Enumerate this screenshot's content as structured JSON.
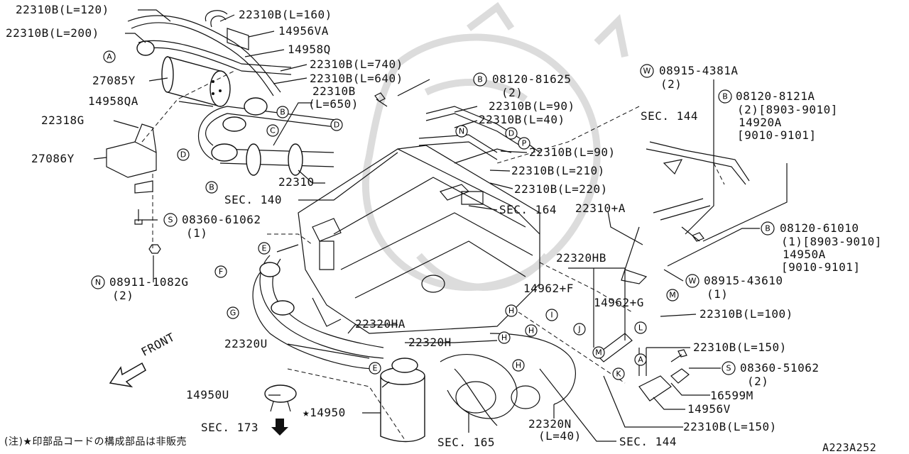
{
  "labels": {
    "l1": "22310B(L=120)",
    "l2": "22310B(L=200)",
    "l3": "22310B(L=160)",
    "l4": "14956VA",
    "l5": "14958Q",
    "l6": "22310B(L=740)",
    "l7": "22310B(L=640)",
    "l8": "27085Y",
    "l9": "14958QA",
    "l10a": "22310B",
    "l10b": "(L=650)",
    "l11": "22318G",
    "l12": "27086Y",
    "l13": "22310",
    "l14": "SEC. 140",
    "l15": "08360-61062",
    "l15q": "(1)",
    "l16": "08911-1082G",
    "l16q": "(2)",
    "l17": "08120-81625",
    "l17q": "(2)",
    "l18": "22310B(L=90)",
    "l19": "22310B(L=40)",
    "l20": "22310B(L=90)",
    "l21": "22310B(L=210)",
    "l22": "22310B(L=220)",
    "l23": "SEC. 164",
    "l24": "22310+A",
    "l25": "08915-4381A",
    "l25q": "(2)",
    "l26": "08120-8121A",
    "l26q": "(2)[8903-9010]",
    "l26b": "14920A",
    "l26c": "[9010-9101]",
    "l27": "SEC. 144",
    "l28": "08120-61010",
    "l28q": "(1)[8903-9010]",
    "l28b": "14950A",
    "l28c": "[9010-9101]",
    "l29": "22320HB",
    "l30": "08915-43610",
    "l30q": "(1)",
    "l31": "14962+F",
    "l32": "14962+G",
    "l33": "22310B(L=100)",
    "l34": "22320HA",
    "l35": "22320U",
    "l36": "22320H",
    "l37": "22310B(L=150)",
    "l38": "08360-51062",
    "l38q": "(2)",
    "l39": "16599M",
    "l40": "14956V",
    "l41": "22310B(L=150)",
    "l42": "14950U",
    "l43": "★14950",
    "l44": "SEC. 173",
    "l45": "SEC. 165",
    "l46": "22320N",
    "l46q": "(L=40)",
    "l47": "SEC. 144",
    "front": "FRONT",
    "note": "(注)★印部品コードの構成部品は非販売",
    "code": "A223A252"
  },
  "callouts": [
    "A",
    "B",
    "C",
    "D",
    "E",
    "F",
    "G",
    "H",
    "I",
    "J",
    "K",
    "L",
    "M",
    "N",
    "P",
    "S",
    "W"
  ]
}
